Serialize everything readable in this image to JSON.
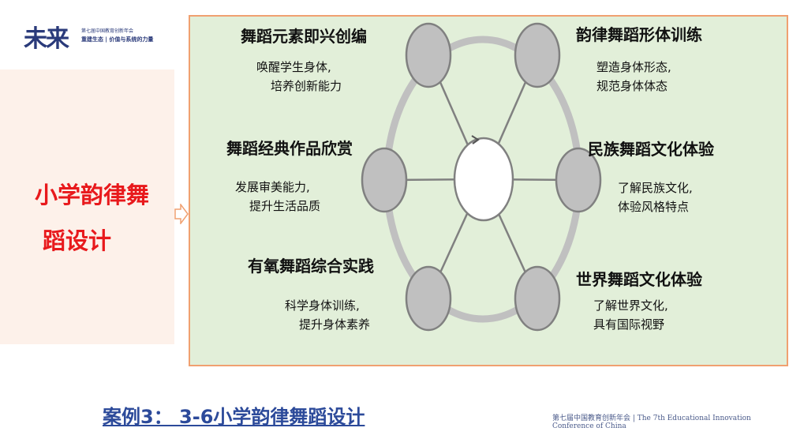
{
  "logo": {
    "mark": "未来",
    "line1": "第七届中国教育创新年会",
    "line2": "重建生态 | 价值与系统的力量"
  },
  "side": {
    "title_line1": "小学韵律舞",
    "title_line2": "蹈设计"
  },
  "nodes": [
    {
      "title": "舞蹈元素即兴创编",
      "desc1": "唤醒学生身体,",
      "desc2": "培养创新能力"
    },
    {
      "title": "韵律舞蹈形体训练",
      "desc1": "塑造身体形态,",
      "desc2": "规范身体体态"
    },
    {
      "title": "舞蹈经典作品欣赏",
      "desc1": "发展审美能力,",
      "desc2": "提升生活品质"
    },
    {
      "title": "民族舞蹈文化体验",
      "desc1": "了解民族文化,",
      "desc2": "体验风格特点"
    },
    {
      "title": "有氧舞蹈综合实践",
      "desc1": "科学身体训练,",
      "desc2": "提升身体素养"
    },
    {
      "title": "世界舞蹈文化体验",
      "desc1": "了解世界文化,",
      "desc2": "具有国际视野"
    }
  ],
  "footer": {
    "case_title": "案例3： 3-6小学韵律舞蹈设计",
    "conference": "第七届中国教育创新年会 | The 7th Educational Innovation Conference of China"
  },
  "colors": {
    "accent_red": "#e8191c",
    "panel_bg": "#e2efd9",
    "panel_border": "#f0a070",
    "node_fill": "#c0c0c0",
    "footer_blue": "#2c4a9a"
  }
}
